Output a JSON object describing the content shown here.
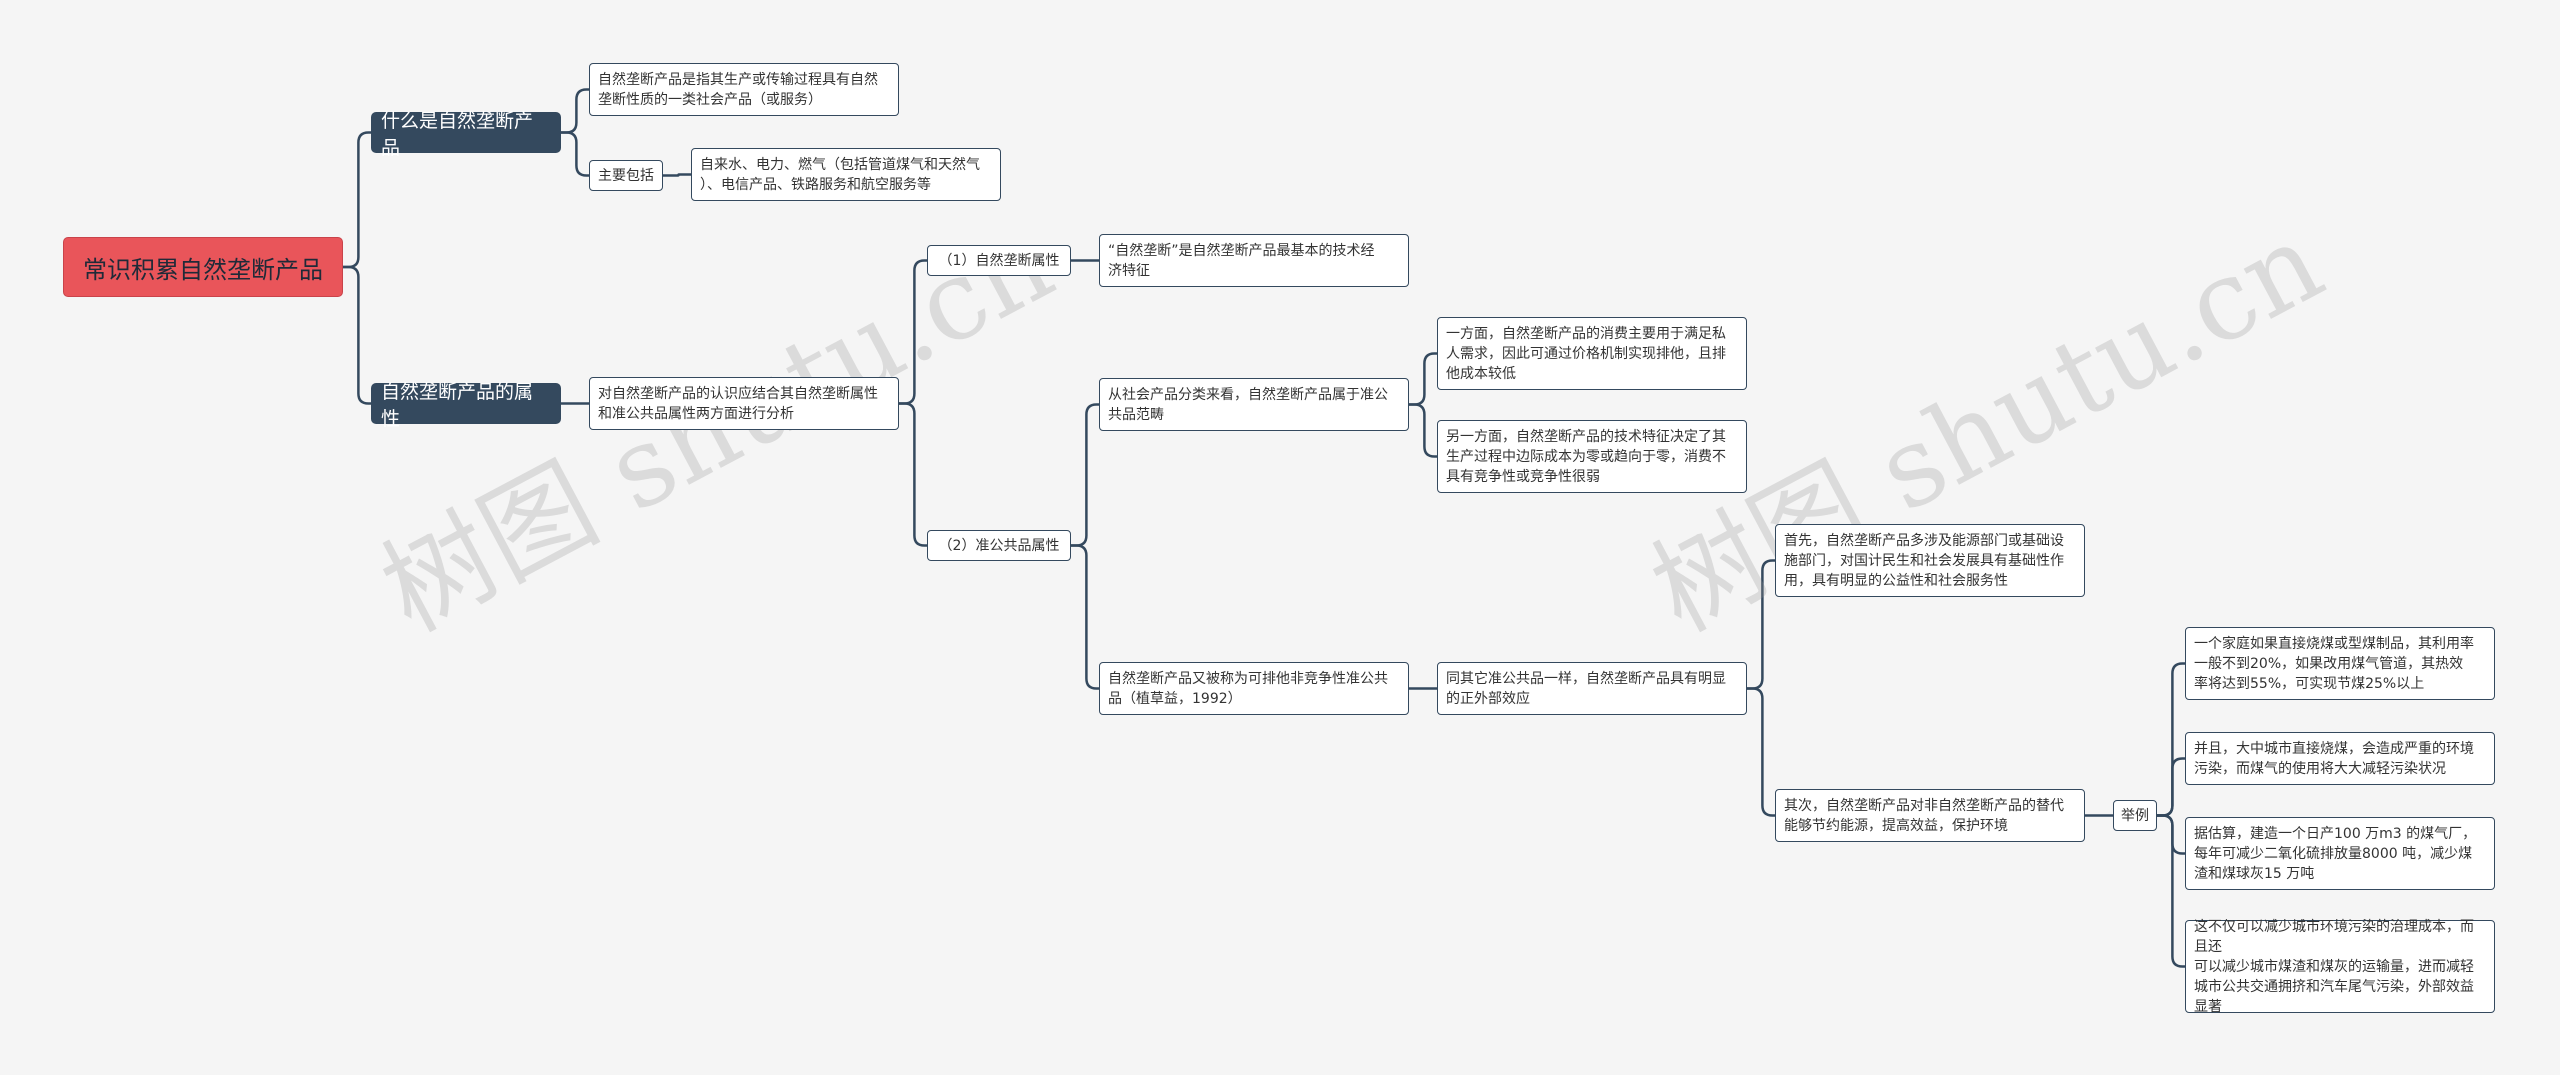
{
  "watermark": "树图 shutu.cn",
  "colors": {
    "root": "#e9555a",
    "branch": "#34495e",
    "line": "#34495e",
    "background": "#f5f5f5"
  },
  "nodes": [
    {
      "id": "root",
      "text": "常识积累自然垄断产品",
      "level": "root"
    },
    {
      "id": "what",
      "text": "什么是自然垄断产品",
      "level": "l1",
      "parent": "root"
    },
    {
      "id": "what_def",
      "text": "自然垄断产品是指其生产或传输过程具有自然\n垄断性质的一类社会产品（或服务）",
      "level": "leaf",
      "parent": "what"
    },
    {
      "id": "main_incl",
      "text": "主要包括",
      "level": "leaf",
      "parent": "what"
    },
    {
      "id": "main_list",
      "text": "自来水、电力、燃气（包括管道煤气和天然气\n）、电信产品、铁路服务和航空服务等",
      "level": "leaf",
      "parent": "main_incl"
    },
    {
      "id": "attr",
      "text": "自然垄断产品的属性",
      "level": "l1",
      "parent": "root"
    },
    {
      "id": "attr_desc",
      "text": "对自然垄断产品的认识应结合其自然垄断属性\n和准公共品属性两方面进行分析",
      "level": "leaf",
      "parent": "attr"
    },
    {
      "id": "a1",
      "text": "（1）自然垄断属性",
      "level": "leaf",
      "parent": "attr_desc"
    },
    {
      "id": "a1_desc",
      "text": "“自然垄断”是自然垄断产品最基本的技术经\n济特征",
      "level": "leaf",
      "parent": "a1"
    },
    {
      "id": "a2",
      "text": "（2）准公共品属性",
      "level": "leaf",
      "parent": "attr_desc"
    },
    {
      "id": "a2_social",
      "text": "从社会产品分类来看，自然垄断产品属于准公\n共品范畴",
      "level": "leaf",
      "parent": "a2"
    },
    {
      "id": "s1",
      "text": "一方面，自然垄断产品的消费主要用于满足私\n人需求，因此可通过价格机制实现排他，且排\n他成本较低",
      "level": "leaf",
      "parent": "a2_social"
    },
    {
      "id": "s2",
      "text": "另一方面，自然垄断产品的技术特征决定了其\n生产过程中边际成本为零或趋向于零，消费不\n具有竞争性或竞争性很弱",
      "level": "leaf",
      "parent": "a2_social"
    },
    {
      "id": "a2_nonrival",
      "text": "自然垄断产品又被称为可排他非竞争性准公共\n品（植草益，1992）",
      "level": "leaf",
      "parent": "a2"
    },
    {
      "id": "ext",
      "text": "同其它准公共品一样，自然垄断产品具有明显\n的正外部效应",
      "level": "leaf",
      "parent": "a2_nonrival"
    },
    {
      "id": "e1",
      "text": "首先，自然垄断产品多涉及能源部门或基础设\n施部门，对国计民生和社会发展具有基础性作\n用，具有明显的公益性和社会服务性",
      "level": "leaf",
      "parent": "ext"
    },
    {
      "id": "e2",
      "text": "其次，自然垄断产品对非自然垄断产品的替代\n能够节约能源，提高效益，保护环境",
      "level": "leaf",
      "parent": "ext"
    },
    {
      "id": "ex",
      "text": "举例",
      "level": "leaf",
      "parent": "e2"
    },
    {
      "id": "x1",
      "text": "一个家庭如果直接烧煤或型煤制品，其利用率\n一般不到20%，如果改用煤气管道，其热效\n率将达到55%，可实现节煤25%以上",
      "level": "leaf",
      "parent": "ex"
    },
    {
      "id": "x2",
      "text": "并且，大中城市直接烧煤，会造成严重的环境\n污染，而煤气的使用将大大减轻污染状况",
      "level": "leaf",
      "parent": "ex"
    },
    {
      "id": "x3",
      "text": "据估算，建造一个日产100 万m3 的煤气厂，\n每年可减少二氧化硫排放量8000 吨，减少煤\n渣和煤球灰15 万吨",
      "level": "leaf",
      "parent": "ex"
    },
    {
      "id": "x4",
      "text": "这不仅可以减少城市环境污染的治理成本，而且还\n可以减少城市煤渣和煤灰的运输量，进而减轻\n城市公共交通拥挤和汽车尾气污染，外部效益\n显著",
      "level": "leaf",
      "parent": "ex"
    }
  ]
}
